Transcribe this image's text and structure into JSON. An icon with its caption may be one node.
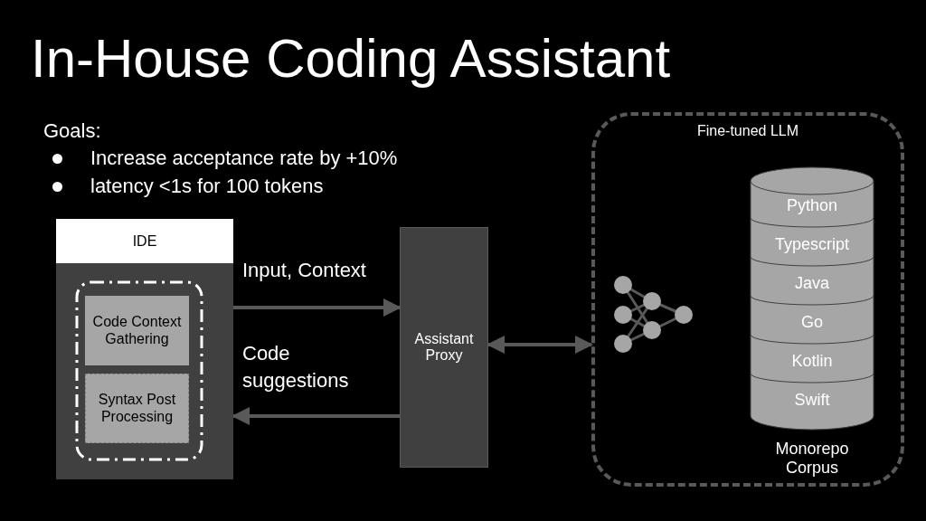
{
  "diagram": {
    "title": "In-House Coding Assistant",
    "nodes": [
      {
        "text": [
          "IDE"
        ]
      },
      {
        "text": [],
        "shape": "box",
        "in": 0
      },
      {
        "text": [
          "Code Context Gathering"
        ],
        "in": 1
      },
      {
        "text": [
          "Syntax Post Processing"
        ],
        "in": 1
      },
      {
        "text": [
          "Assistant Proxy"
        ]
      },
      {
        "text": [
          "Fine-tuned LLM"
        ]
      },
      {
        "text": [],
        "shape": "cylinder",
        "in": 5,
        "beside": [
          "Monorepo Corpus"
        ]
      },
      {
        "text": [
          "Python"
        ],
        "in": 6
      },
      {
        "text": [
          "Typescript"
        ],
        "in": 6
      },
      {
        "text": [
          "Java"
        ],
        "in": 6
      },
      {
        "text": [
          "Go"
        ],
        "in": 6
      },
      {
        "text": [
          "Kotlin"
        ],
        "in": 6
      },
      {
        "text": [
          "Swift"
        ],
        "in": 6
      }
    ],
    "edges": [
      {
        "from": 0,
        "to": 4,
        "arrow": "to",
        "label": "Input, Context"
      },
      {
        "from": 4,
        "to": 0,
        "arrow": "to",
        "label": "Code suggestions"
      },
      {
        "from": 4,
        "to": 5,
        "arrow": "both"
      }
    ],
    "labels": [
      "Goals:",
      "Increase acceptance rate by +10%",
      "latency <1s for 100 tokens"
    ]
  }
}
